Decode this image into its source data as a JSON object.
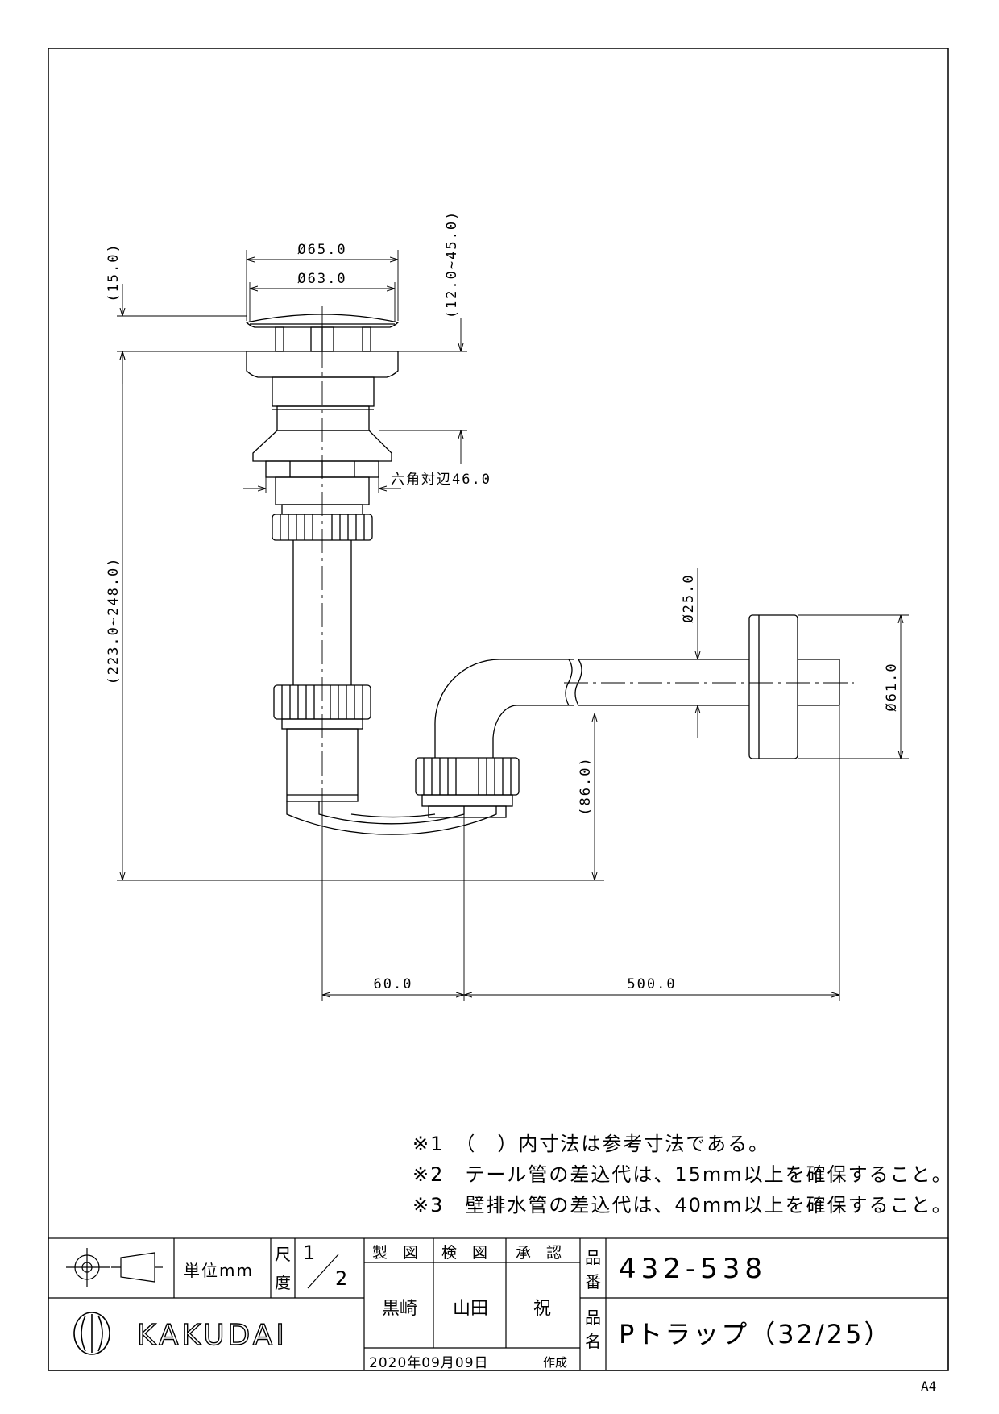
{
  "dimensions": {
    "dia_65": "Ø65.0",
    "dia_63": "Ø63.0",
    "h_15": "(15.0)",
    "h_12_45": "(12.0~45.0)",
    "hex": "六角対辺46.0",
    "h_223_248": "(223.0~248.0)",
    "dia_25": "Ø25.0",
    "dia_61": "Ø61.0",
    "h_86": "(86.0)",
    "w_60": "60.0",
    "w_500": "500.0"
  },
  "notes": [
    "※1　（　）内寸法は参考寸法である。",
    "※2　テール管の差込代は、15mm以上を確保すること。",
    "※3　壁排水管の差込代は、40mm以上を確保すること。"
  ],
  "title_block": {
    "unit": "単位mm",
    "scale_label_1": "尺",
    "scale_label_2": "度",
    "scale_num": "1",
    "scale_den": "2",
    "drawn_label": "製　図",
    "checked_label": "検　図",
    "approved_label": "承　認",
    "drawn_by": "黒崎",
    "checked_by": "山田",
    "approved_by": "祝",
    "date": "2020年09月09日",
    "date_suffix": "作成",
    "part_no_label_1": "品",
    "part_no_label_2": "番",
    "part_no": "432-538",
    "part_name_label_1": "品",
    "part_name_label_2": "名",
    "part_name": "Pトラップ（32/25）",
    "company": "KAKUDAI"
  },
  "sheet_size": "A4"
}
